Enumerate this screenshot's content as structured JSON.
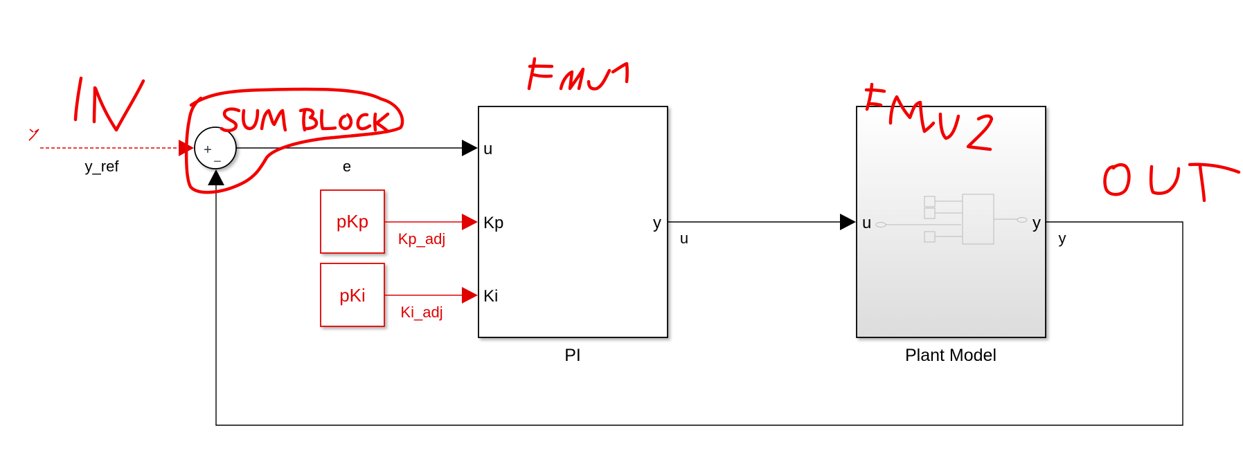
{
  "diagram": {
    "type": "simulink-block-diagram",
    "colors": {
      "signal": "#000000",
      "parameter": "#e00000",
      "annotation": "#f20000",
      "plant_fill_top": "#ffffff",
      "plant_fill_bottom": "#dcdcdc"
    },
    "inport": {
      "signal_label": "y_ref"
    },
    "sum_block": {
      "signs": [
        "+",
        "−"
      ]
    },
    "signals": {
      "error": "e",
      "control": "u",
      "output": "y",
      "kp": "Kp_adj",
      "ki": "Ki_adj"
    },
    "blocks": {
      "pkp": {
        "label": "pKp"
      },
      "pki": {
        "label": "pKi"
      },
      "pi": {
        "name": "PI",
        "inputs": [
          "u",
          "Kp",
          "Ki"
        ],
        "output": "y"
      },
      "plant": {
        "name": "Plant Model",
        "input": "u",
        "output": "y"
      }
    },
    "annotations": {
      "in": "IN",
      "sum": "SUM BLOCK",
      "fmu1": "FMU1",
      "fmu2": "FMU2",
      "out": "OUT"
    }
  }
}
